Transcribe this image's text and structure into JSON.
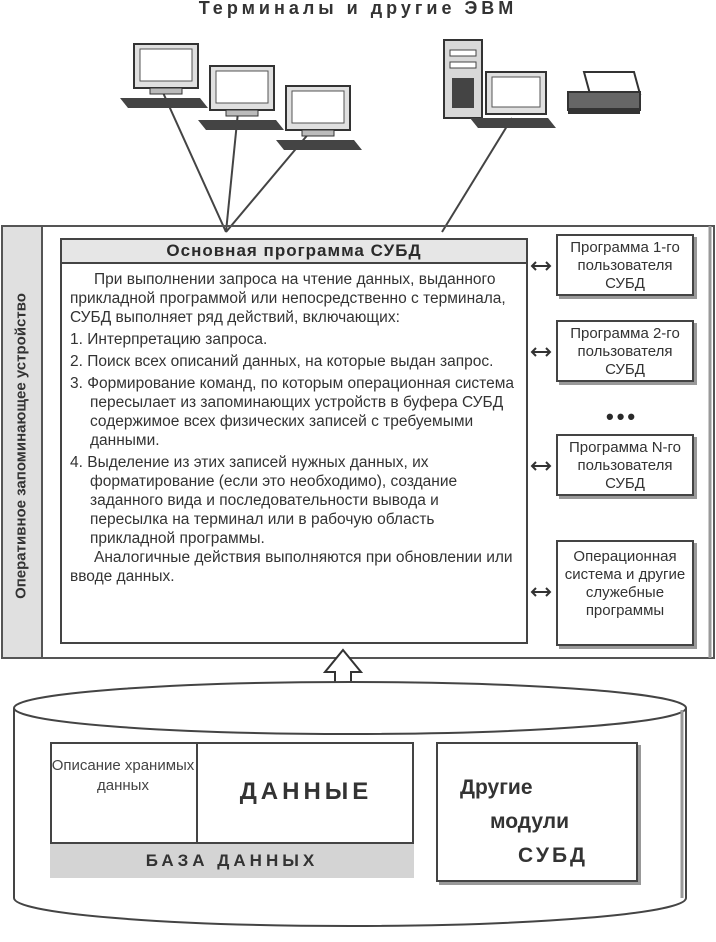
{
  "top_label": "Терминалы и другие ЭВМ",
  "ram_label": "Оперативное запоминающее устройство",
  "main_program": {
    "title": "Основная программа СУБД",
    "intro": "При выполнении запроса на чтение данных, выданного прикладной программой или непосредственно с терминала, СУБД выполняет ряд действий, включающих:",
    "steps": [
      "1. Интерпретацию запроса.",
      "2. Поиск всех описаний данных, на которые выдан запрос.",
      "3. Формирование команд, по которым операционная система пересылает из запоминающих устройств в буфера СУБД содержимое всех физических записей с требуемыми данными.",
      "4. Выделение из этих записей нужных данных, их форматирование (если это необходимо), создание заданного вида и последовательности вывода и пересылка на терминал или в рабочую область прикладной программы."
    ],
    "outro": "Аналогичные действия выполняются при обновлении или вводе данных."
  },
  "user_programs": [
    "Программа 1-го пользователя СУБД",
    "Программа 2-го пользователя СУБД",
    "Программа N-го пользователя СУБД"
  ],
  "ellipsis": "•••",
  "os_box": "Операционная система и другие служебные программы",
  "database": {
    "description": "Описание хранимых данных",
    "data": "ДАННЫЕ",
    "base_label": "БАЗА ДАННЫХ",
    "other_modules": [
      "Другие",
      "модули",
      "СУБД"
    ]
  }
}
